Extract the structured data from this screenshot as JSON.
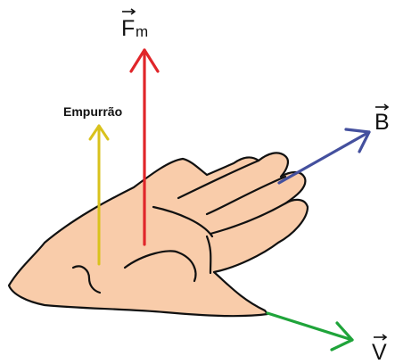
{
  "labels": {
    "force_letter": "F",
    "force_subscript": "m",
    "field_letter": "B",
    "velocity_letter": "V",
    "push": "Empurrão"
  },
  "colors": {
    "force_arrow": "#e0262a",
    "field_arrow": "#44509e",
    "velocity_arrow": "#1fa43a",
    "push_arrow": "#d9c21c",
    "skin": "#f9ccaa",
    "outline": "#111111"
  }
}
